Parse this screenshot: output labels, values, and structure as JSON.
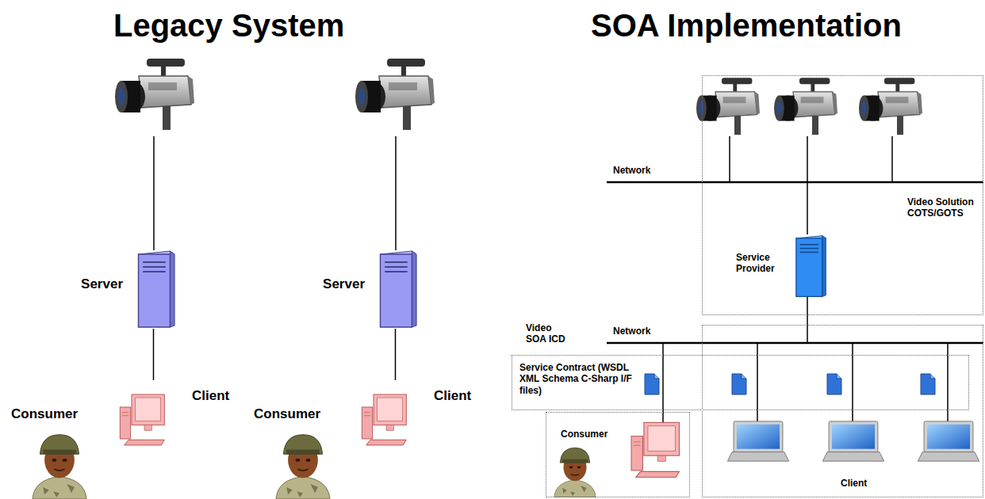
{
  "diagram": {
    "nodes": [
      {
        "text": [
          "Server"
        ]
      },
      {
        "text": [
          "Client"
        ]
      },
      {
        "text": [
          "Server"
        ]
      },
      {
        "text": [
          "Client"
        ]
      },
      {
        "text": [
          "Video Solution COTS/GOTS"
        ]
      },
      {
        "text": [
          "Service Provider"
        ],
        "in": 4
      },
      {
        "text": [
          "Service Contract (WSDL XML Schema C-Sharp I/F files)"
        ]
      },
      {
        "text": [
          "Consumer"
        ]
      },
      {
        "text": [
          "Client"
        ]
      }
    ],
    "edges": [
      {
        "from": 0,
        "to": 1,
        "arrow": "none"
      },
      {
        "from": 2,
        "to": 3,
        "arrow": "none"
      }
    ],
    "labels": [
      "Legacy System",
      "SOA Implementation",
      "Consumer",
      "Consumer",
      "Network",
      "Network",
      "Video SOA ICD"
    ]
  }
}
